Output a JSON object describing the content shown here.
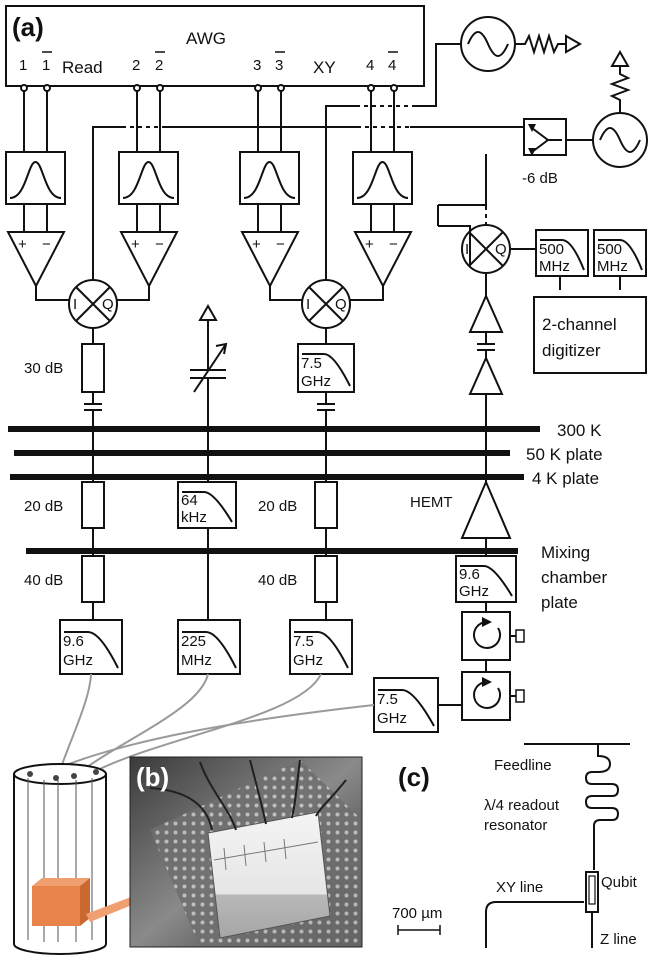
{
  "panels": {
    "a": "(a)",
    "b": "(b)",
    "c": "(c)"
  },
  "awg": {
    "title": "AWG",
    "read_label": "Read",
    "xy_label": "XY",
    "ports": [
      "1",
      "1",
      "2",
      "2",
      "3",
      "3",
      "4",
      "4"
    ]
  },
  "mixer": {
    "i": "I",
    "q": "Q",
    "plus": "+",
    "minus": "−"
  },
  "attenuators": {
    "splitter": "-6 dB",
    "read_room": "30 dB",
    "read_4k": "20 dB",
    "read_mxc": "40 dB",
    "xy_4k": "20 dB",
    "xy_mxc": "40 dB"
  },
  "filters": {
    "lp500_a": [
      "500",
      "MHz"
    ],
    "lp500_b": [
      "500",
      "MHz"
    ],
    "xy_room": [
      "7.5",
      "GHz"
    ],
    "z_4k": [
      "64",
      "kHz"
    ],
    "out_mxc": [
      "9.6",
      "GHz"
    ],
    "read_bottom": [
      "9.6",
      "GHz"
    ],
    "z_bottom": [
      "225",
      "MHz"
    ],
    "xy_bottom": [
      "7.5",
      "GHz"
    ],
    "out_bottom": [
      "7.5",
      "GHz"
    ]
  },
  "digitizer": [
    "2-channel",
    "digitizer"
  ],
  "stages": {
    "t300": "300 K",
    "t50": "50 K plate",
    "t4": "4 K plate",
    "mxc": [
      "Mixing",
      "chamber",
      "plate"
    ]
  },
  "hemt": "HEMT",
  "panel_c": {
    "feedline": "Feedline",
    "resonator": [
      "λ/4 readout",
      "resonator"
    ],
    "xy_line": "XY line",
    "qubit": "Qubit",
    "z_line": "Z line",
    "scale": "700 µm"
  },
  "colors": {
    "ink": "#111111",
    "chip_arrow": "#f0a070",
    "cryo_sample": "#e8834a",
    "cable": "#9a9a9a"
  }
}
